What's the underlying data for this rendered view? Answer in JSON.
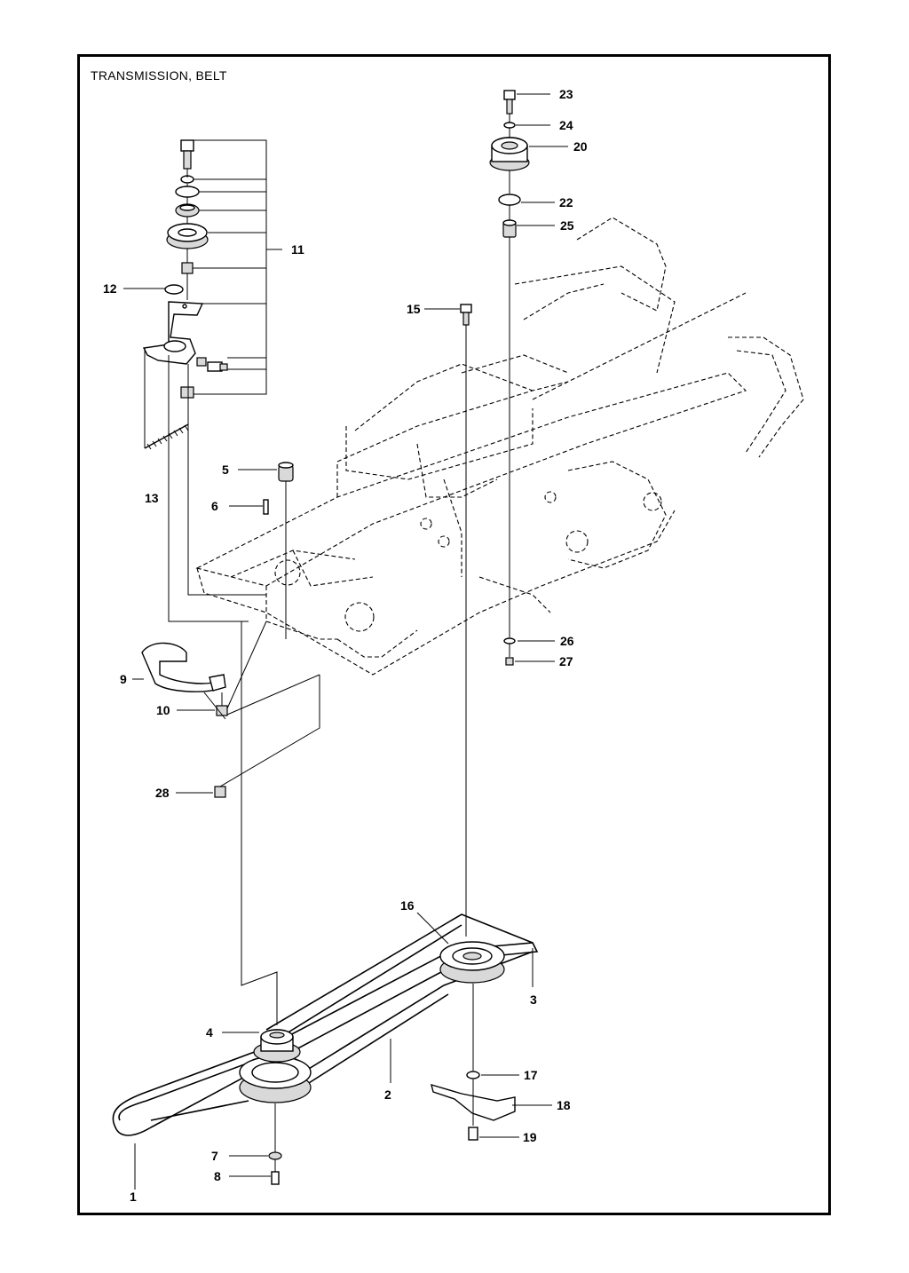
{
  "title": "TRANSMISSION, BELT",
  "callouts": [
    "1",
    "2",
    "3",
    "4",
    "5",
    "6",
    "7",
    "8",
    "9",
    "10",
    "11",
    "12",
    "13",
    "15",
    "16",
    "17",
    "18",
    "19",
    "20",
    "22",
    "23",
    "24",
    "25",
    "26",
    "27",
    "28"
  ]
}
